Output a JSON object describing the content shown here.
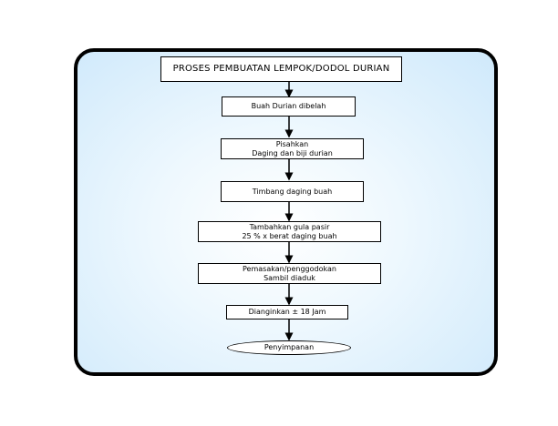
{
  "diagram": {
    "title": "PROSES PEMBUATAN LEMPOK/DODOL DURIAN",
    "steps": [
      {
        "lines": [
          "Buah Durian dibelah"
        ]
      },
      {
        "lines": [
          "Pisahkan",
          "Daging dan biji durian"
        ]
      },
      {
        "lines": [
          "Timbang daging buah"
        ]
      },
      {
        "lines": [
          "Tambahkan gula pasir",
          "25 % x berat daging buah"
        ]
      },
      {
        "lines": [
          "Pemasakan/penggodokan",
          "Sambil diaduk"
        ]
      },
      {
        "lines": [
          "Dianginkan ± 18 Jam"
        ]
      },
      {
        "lines": [
          "Penyimpanan"
        ]
      }
    ]
  },
  "colors": {
    "frame_border": "#000000",
    "frame_fill_edge": "#cfe9fb",
    "frame_fill_center": "#ffffff",
    "box_fill": "#ffffff",
    "line": "#000000"
  }
}
